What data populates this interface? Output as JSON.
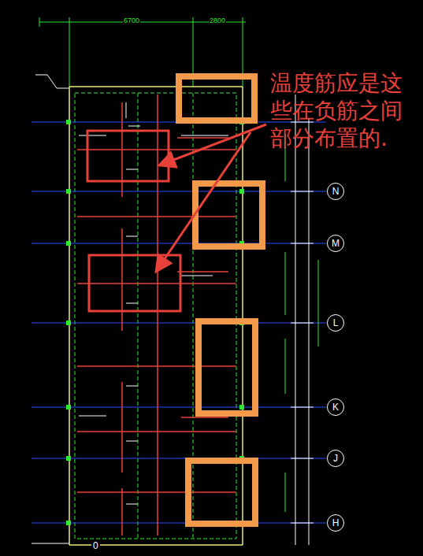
{
  "diagram": {
    "nodes": [
      {
        "text": [
          "N"
        ]
      },
      {
        "text": [
          "M"
        ]
      },
      {
        "text": [
          "L"
        ]
      },
      {
        "text": [
          "K"
        ]
      },
      {
        "text": [
          "J"
        ]
      },
      {
        "text": [
          "H"
        ]
      }
    ],
    "labels": [
      "温度筋应是这些在负筋之间部分布置的.",
      "6700",
      "2800",
      "0"
    ]
  }
}
